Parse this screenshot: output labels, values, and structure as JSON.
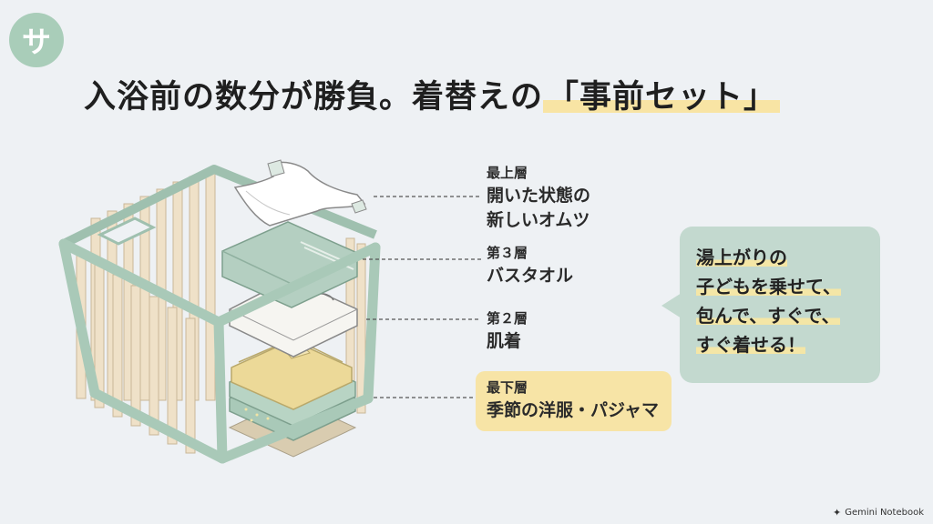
{
  "badge": {
    "char": "サ"
  },
  "title": {
    "main": "入浴前の数分が勝負。着替えの",
    "highlight": "「事前セット」"
  },
  "layers": [
    {
      "sub": "最上層",
      "lines": [
        "開いた状態の",
        "新しいオムツ"
      ]
    },
    {
      "sub": "第３層",
      "lines": [
        "バスタオル"
      ]
    },
    {
      "sub": "第２層",
      "lines": [
        "肌着"
      ]
    },
    {
      "sub": "最下層",
      "lines": [
        "季節の洋服・パジャマ"
      ]
    }
  ],
  "bubble": {
    "lines": [
      "湯上がりの",
      "子どもを乗せて、",
      "包んで、すぐで、",
      "すぐ着せる！"
    ]
  },
  "footer": {
    "brand": "Gemini Notebook",
    "icon": "sparkle-icon"
  },
  "colors": {
    "background": "#eef1f4",
    "basket_frame": "#b9d3c4",
    "basket_slats": "#efe1c8",
    "highlight_yellow": "#f7e4a6",
    "bubble_green": "#c3d9cf"
  }
}
